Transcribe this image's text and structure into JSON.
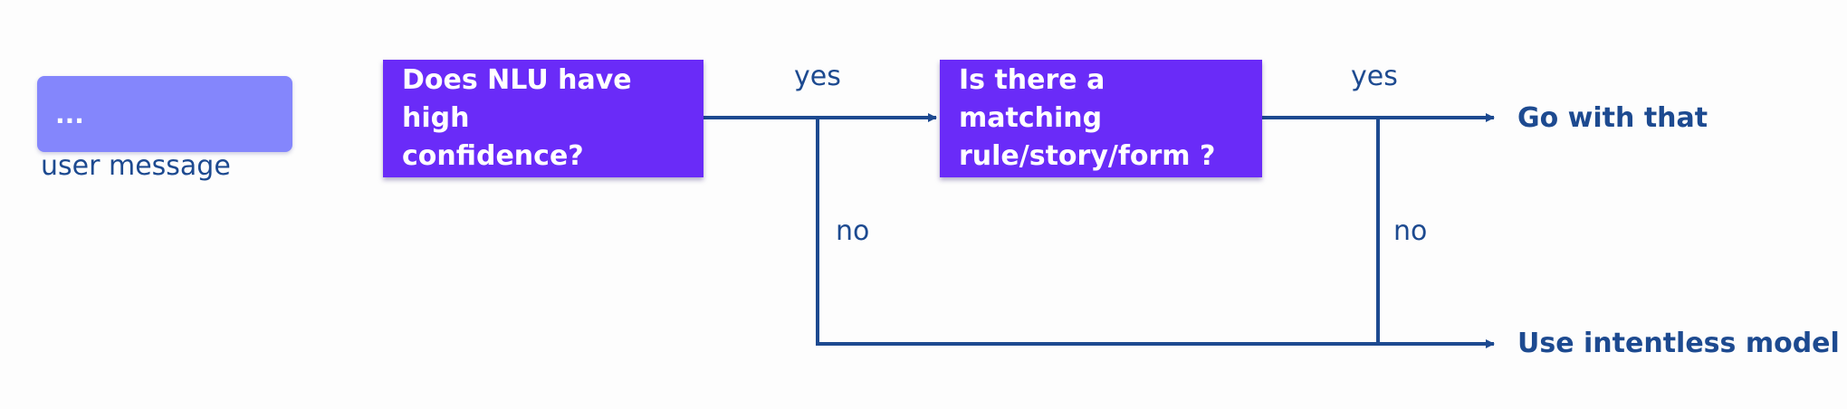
{
  "user_message": {
    "box_text": "...",
    "caption": "user message"
  },
  "decisions": [
    {
      "lines": [
        "Does NLU have high",
        "confidence?"
      ]
    },
    {
      "lines": [
        "Is there a matching",
        "rule/story/form ?"
      ]
    }
  ],
  "edge_labels": {
    "yes_1": "yes",
    "no_1": "no",
    "yes_2": "yes",
    "no_2": "no"
  },
  "outcomes": {
    "go_with_that": "Go with that",
    "use_intentless_model": "Use intentless model"
  },
  "colors": {
    "user_box": "#8486fc",
    "decision_box": "#6a2bf8",
    "line": "#1d4a90",
    "text_dark": "#1d4a90",
    "background": "#fdfdfd"
  }
}
